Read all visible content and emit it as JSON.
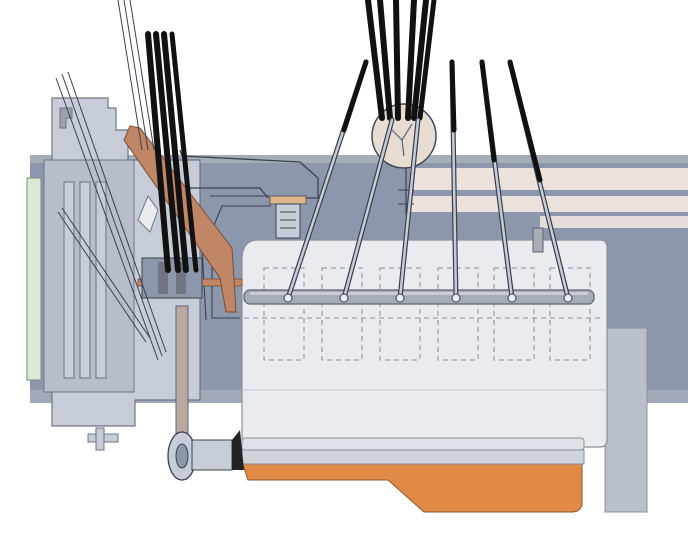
{
  "diagram": {
    "description_visible_text": [],
    "components": {
      "engine_block": "engine-block",
      "oil_pan": "oil-pan",
      "camshaft": "camshaft",
      "cylinders": 6,
      "fuel_injection_lines": 6,
      "injection_pump": "injection-pump",
      "timing_cover": "timing-cover",
      "radiator": "radiator",
      "crank_pulley": "crank-pulley",
      "cutaway_frame": "cutaway-frame"
    },
    "colors": {
      "frame_blue": "#8d97ab",
      "frame_light": "#c6ccd8",
      "block_light": "#e9ebef",
      "block_outline": "#8a8f99",
      "copper_bar": "#c08666",
      "oil_pan": "#e08a45",
      "radiator_green": "#dbe9d6",
      "cream_stripe": "#ece2dc",
      "line_black": "#111111",
      "steel_grey": "#a6adb9"
    }
  }
}
